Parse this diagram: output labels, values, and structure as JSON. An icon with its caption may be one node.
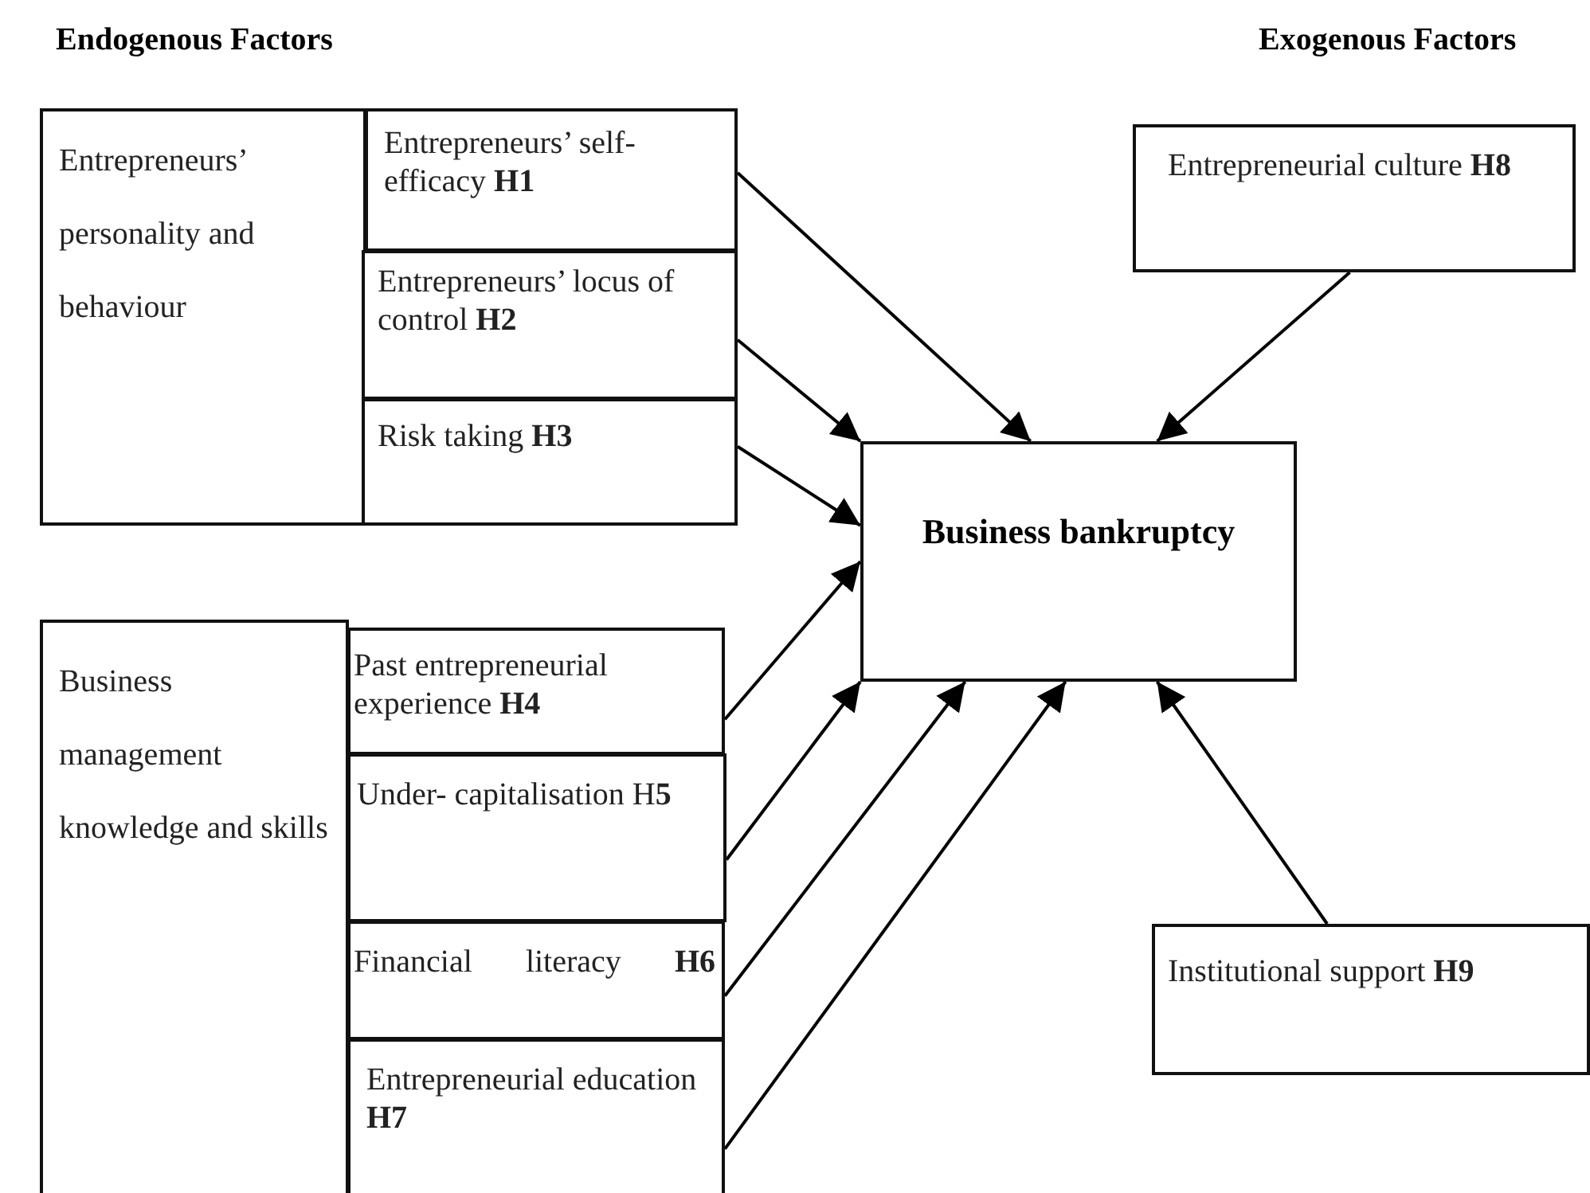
{
  "diagram": {
    "nodes": [
      {
        "text": [
          "Entrepreneurs’ personality and behaviour"
        ]
      },
      {
        "text": [
          "Entrepreneurs’ self-efficacy **H1**"
        ]
      },
      {
        "text": [
          "Entrepreneurs’ locus of control **H2**"
        ]
      },
      {
        "text": [
          "Risk taking **H3**"
        ]
      },
      {
        "text": [
          "Entrepreneurial culture **H8**"
        ]
      },
      {
        "text": [
          "Business bankruptcy"
        ]
      },
      {
        "text": [
          "Business management knowledge and skills"
        ]
      },
      {
        "text": [
          "Past entrepreneurial experience **H4**"
        ]
      },
      {
        "text": [
          "Under- capitalisation H**5**"
        ]
      },
      {
        "text": [
          "Financial literacy **H6**"
        ]
      },
      {
        "text": [
          "Entrepreneurial education **H7**"
        ]
      },
      {
        "text": [
          "Institutional support **H9**"
        ]
      }
    ],
    "edges": [
      {
        "from": 1,
        "to": 5,
        "arrow": "to"
      },
      {
        "from": 2,
        "to": 5,
        "arrow": "to"
      },
      {
        "from": 3,
        "to": 5,
        "arrow": "to"
      },
      {
        "from": 7,
        "to": 5,
        "arrow": "to"
      },
      {
        "from": 8,
        "to": 5,
        "arrow": "to"
      },
      {
        "from": 9,
        "to": 5,
        "arrow": "to"
      },
      {
        "from": 10,
        "to": 5,
        "arrow": "to"
      },
      {
        "from": 4,
        "to": 5,
        "arrow": "to"
      },
      {
        "from": 11,
        "to": 5,
        "arrow": "to"
      }
    ],
    "labels": [
      "Endogenous Factors",
      "Exogenous Factors"
    ]
  }
}
